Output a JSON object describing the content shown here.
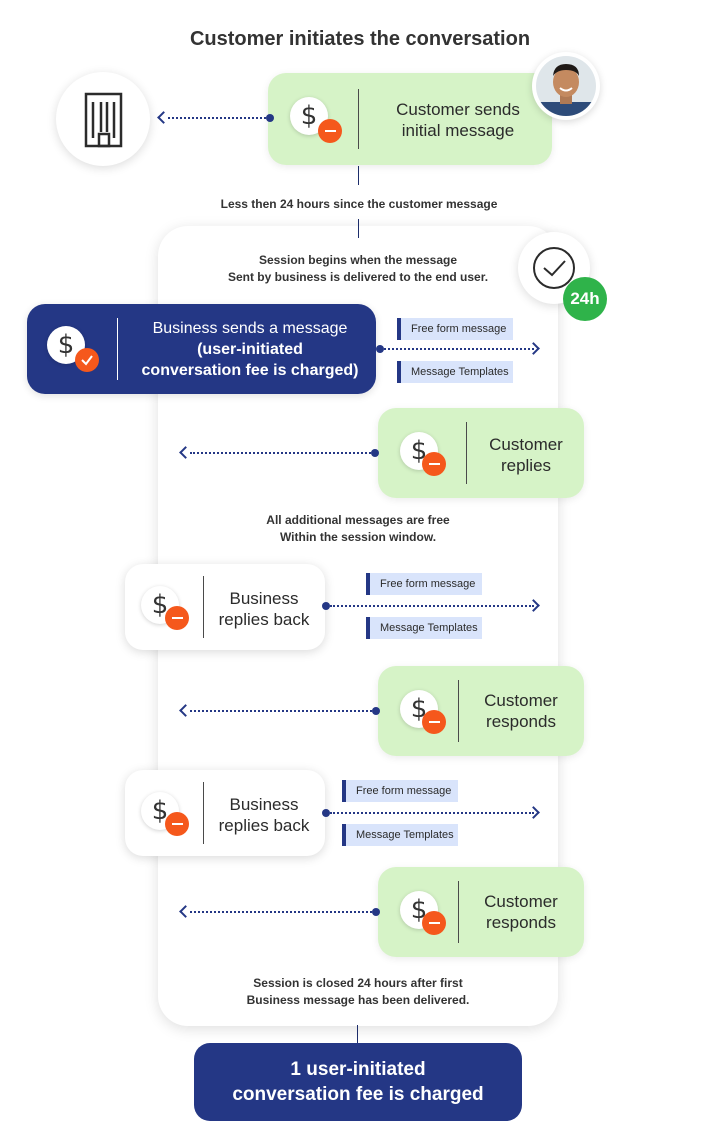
{
  "title": "Customer initiates the conversation",
  "note_24h": "Less then 24 hours since the customer message",
  "session_begin": [
    "Session begins when the message",
    "Sent by business is delivered to the end user."
  ],
  "timer_badge": "24h",
  "steps": {
    "customer_initial": [
      "Customer sends",
      "initial message"
    ],
    "business_first": {
      "line1": "Business sends a message",
      "line2": "(user-initiated",
      "line3": "conversation fee is charged)"
    },
    "customer_replies": [
      "Customer",
      "replies"
    ],
    "business_reply_1": [
      "Business",
      "replies back"
    ],
    "customer_responds_1": [
      "Customer",
      "responds"
    ],
    "business_reply_2": [
      "Business",
      "replies back"
    ],
    "customer_responds_2": [
      "Customer",
      "responds"
    ]
  },
  "tags": {
    "free_form": "Free form message",
    "templates": "Message Templates"
  },
  "free_note": [
    "All additional messages are free",
    "Within the session window."
  ],
  "session_closed": [
    "Session is closed 24 hours after first",
    "Business message has been delivered."
  ],
  "final_box": [
    "1 user-initiated",
    "conversation fee is charged"
  ],
  "icons": {
    "dollar": "$"
  },
  "colors": {
    "navy": "#243785",
    "green_card": "#d6f3c7",
    "orange_badge": "#f5581c",
    "timer_green": "#2fb34a",
    "tag_bg": "#d9e4fb"
  }
}
